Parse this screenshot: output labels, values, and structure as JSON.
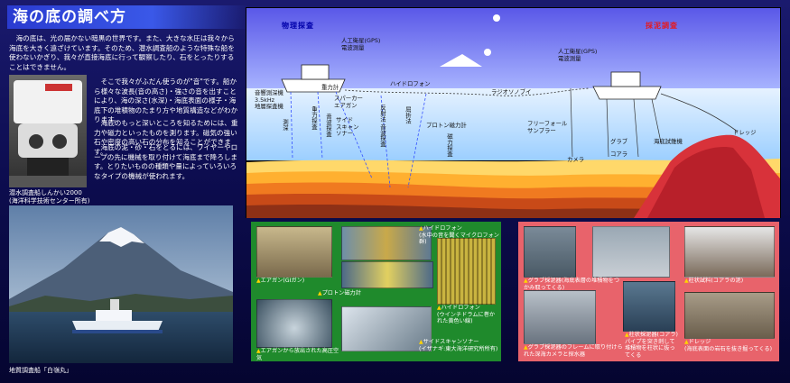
{
  "title": "海の底の調べ方",
  "paragraphs": [
    "　海の底は、光の届かない暗黒の世界です。また、大きな水圧は我々から海底を大きく遠ざけています。そのため、潜水調査船のような特殊な船を使わないかぎり、我々が直接海底に行って観察したり、石をとったりすることはできません。",
    "　そこで我々がふだん使うのが\"音\"です。船から様々な波長(音の高さ)・強さの音を出すことにより、海の深さ(水深)・海底表面の様子・海底下の堆積物のたまり方や地質構造などがわかります。",
    "　海底のもっと深いところを知るためには、重力や磁力といったものを測ります。磁気の強い石や密度の高い石の分布を知ることができます。",
    "　海底の泥・砂・石をとるには、ワイヤーやロープの先に機械を取り付けて海底まで降ろします。とりたいものの種類や量によっていろいろなタイプの機械が使われます。"
  ],
  "photos": {
    "submersible_caption": "潜水調査船しんかい2000\n(海洋科学技術センター所有)",
    "ship_caption": "地質調査船「白嶺丸」"
  },
  "diagram": {
    "physical_label": "物理探査",
    "sampling_label": "採泥調査",
    "labels": {
      "gps_left": "人工衛星(GPS)\n電波測量",
      "gps_right": "人工衛星(GPS)\n電波測量",
      "echo": "音響測深機\n3.5kHz\n地層探査機",
      "gravity": "重力計",
      "hydrophone": "ハイドロフォン",
      "radio_buoy": "ラジオソノブイ",
      "sparker": "スパーカー\nエアガン",
      "side_scan": "サイド\nスキャン\nソナー",
      "proton": "プロトン磁力計",
      "freefall": "フリーフォール\nサンプラー",
      "grab": "グラブ",
      "camera": "カメラ",
      "corer": "コアラ",
      "deep_camera": "海底試錐機",
      "dredge": "ドレッジ",
      "v_depth": "測深",
      "v_gravity": "重力探査",
      "v_acoustic": "音波探査",
      "v_refraction": "反射法\n音波探査",
      "v_magnetic": "磁力探査",
      "v_sound": "屈折法"
    }
  },
  "green_panel": {
    "captions": {
      "airgun": "エアガン(GIガン)",
      "hydrophone1": "ハイドロフォン\n(水中の音を聞くマイクロフォン群)",
      "proton": "プロトン磁力計",
      "hydrophone2": "ハイドロフォン\n(ウインチドラムに巻か\nれた黄色い線)",
      "airgun_bubble": "エアガンから放出された高圧空気",
      "sidescan": "サイドスキャンソナー\n(イザナギ:東大海洋研究所所有)"
    }
  },
  "red_panel": {
    "captions": {
      "grab": "グラブ採泥器(海底表層の堆積物をつかみ取ってくる)",
      "corer_sample": "柱状試料(コアラの泥)",
      "grab_frame": "グラブ採泥器のフレームに取り付けられた深海カメラと探水器",
      "corer": "柱状採泥器(コアラ)\nパイプを突き刺して\n堆積物を柱状に抜っ\nてくる",
      "dredge": "ドレッジ\n(海底表面の岩石を抜き掘ってくる)"
    }
  },
  "colors": {
    "green_panel": "#1f8a2c",
    "red_panel": "#e8636b",
    "physical": "#0000aa",
    "sampling": "#e31b23"
  }
}
